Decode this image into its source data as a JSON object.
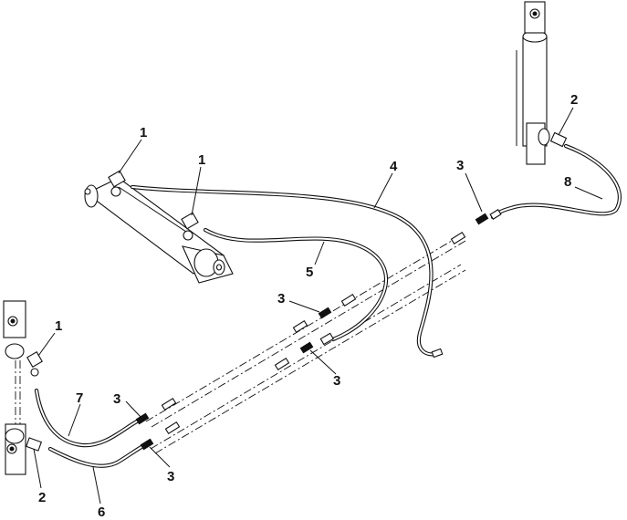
{
  "callouts": [
    {
      "id": "c1a",
      "text": "1"
    },
    {
      "id": "c1b",
      "text": "1"
    },
    {
      "id": "c1c",
      "text": "1"
    },
    {
      "id": "c2a",
      "text": "2"
    },
    {
      "id": "c2b",
      "text": "2"
    },
    {
      "id": "c3a",
      "text": "3"
    },
    {
      "id": "c3b",
      "text": "3"
    },
    {
      "id": "c3c",
      "text": "3"
    },
    {
      "id": "c3d",
      "text": "3"
    },
    {
      "id": "c3e",
      "text": "3"
    },
    {
      "id": "c4",
      "text": "4"
    },
    {
      "id": "c5",
      "text": "5"
    },
    {
      "id": "c6",
      "text": "6"
    },
    {
      "id": "c7",
      "text": "7"
    },
    {
      "id": "c8",
      "text": "8"
    }
  ]
}
